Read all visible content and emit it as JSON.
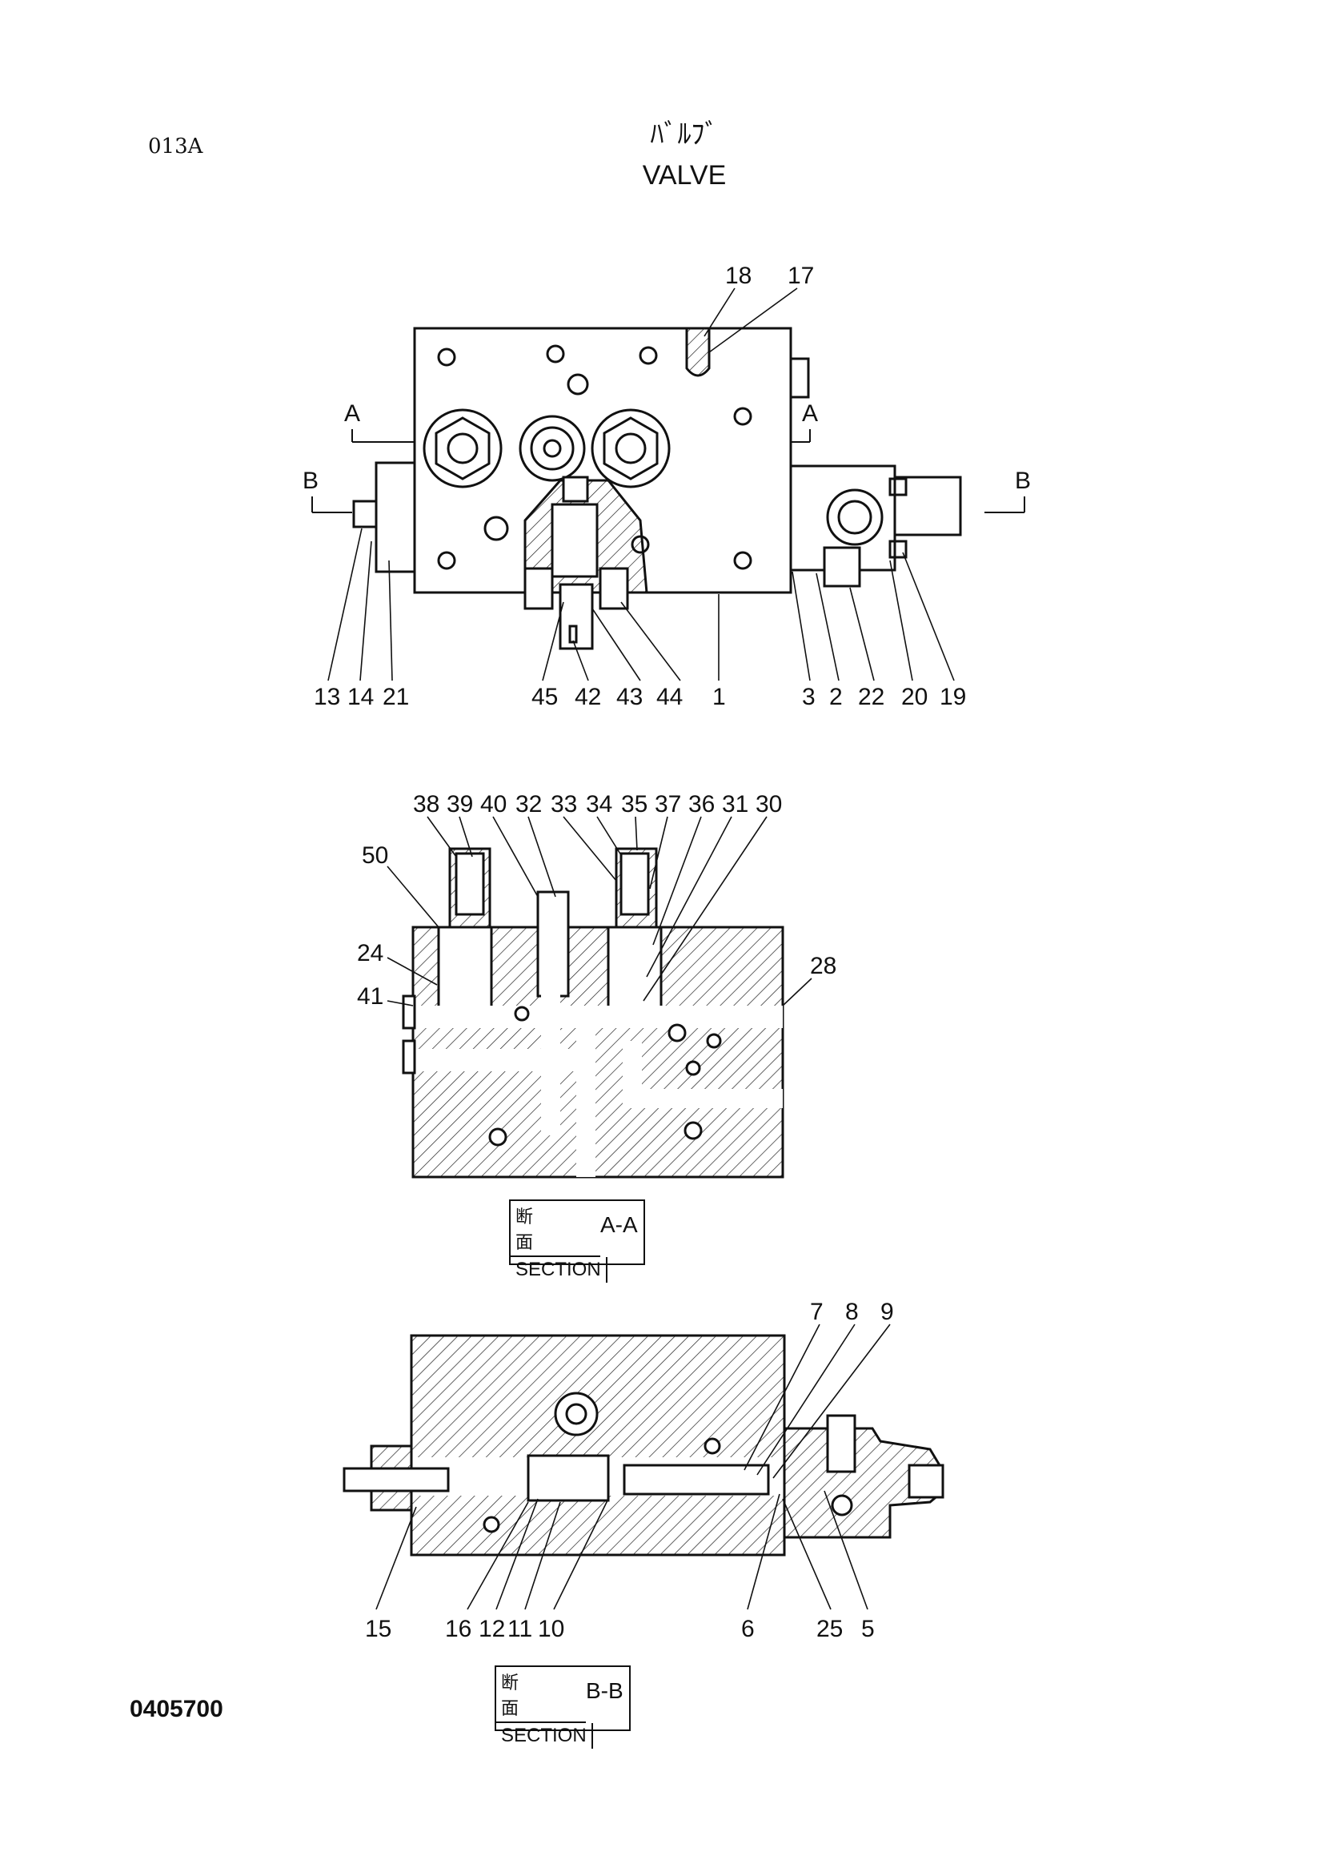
{
  "header": {
    "page_code": "013A",
    "title_jp": "ﾊﾞﾙﾌﾞ",
    "title_en": "VALVE",
    "drawing_number": "0405700"
  },
  "view_markers": {
    "a_left": "A",
    "a_right": "A",
    "b_left": "B",
    "b_right": "B"
  },
  "top_view": {
    "labels_top": [
      "18",
      "17"
    ],
    "labels_bottom": [
      "13",
      "14",
      "21",
      "45",
      "42",
      "43",
      "44",
      "1",
      "3",
      "2",
      "22",
      "20",
      "19"
    ]
  },
  "section_aa": {
    "labels_top": [
      "38",
      "39",
      "40",
      "32",
      "33",
      "34",
      "35",
      "37",
      "36",
      "31",
      "30"
    ],
    "labels_left": [
      "50",
      "24",
      "41"
    ],
    "labels_right": [
      "28"
    ],
    "caption_jp": "断 面",
    "caption_en": "SECTION",
    "caption_id": "A-A"
  },
  "section_bb": {
    "labels_top": [
      "7",
      "8",
      "9"
    ],
    "labels_bottom": [
      "15",
      "16",
      "12",
      "11",
      "10",
      "6",
      "25",
      "5"
    ],
    "caption_jp": "断 面",
    "caption_en": "SECTION",
    "caption_id": "B-B"
  }
}
